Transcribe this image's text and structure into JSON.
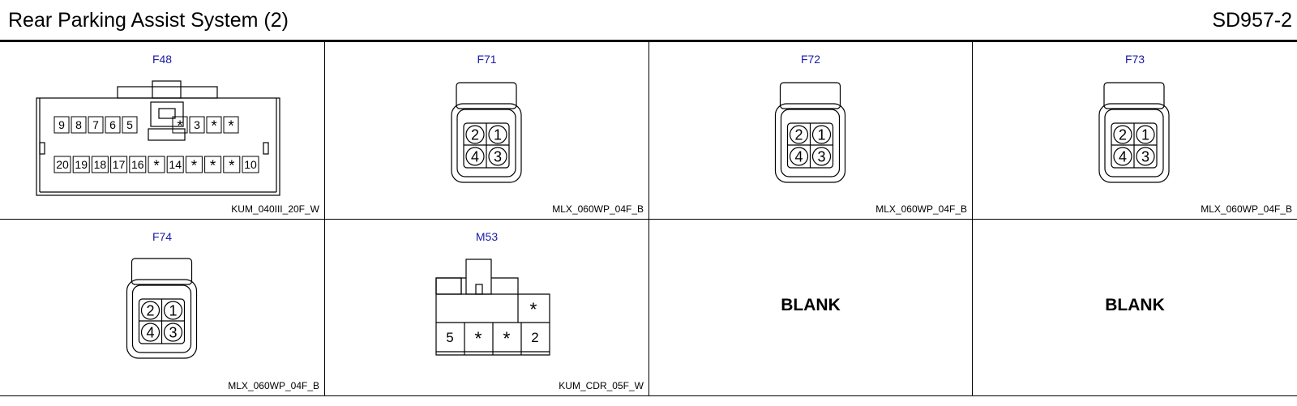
{
  "header": {
    "title": "Rear Parking Assist System (2)",
    "code": "SD957-2"
  },
  "connectors": [
    {
      "name": "F48",
      "type": "KUM_040III_20F_W",
      "top_row": [
        "9",
        "8",
        "7",
        "6",
        "5",
        "*",
        "3",
        "*",
        "*"
      ],
      "bottom_row": [
        "20",
        "19",
        "18",
        "17",
        "16",
        "*",
        "14",
        "*",
        "*",
        "*",
        "10"
      ]
    },
    {
      "name": "F71",
      "type": "MLX_060WP_04F_B",
      "pins": [
        "2",
        "1",
        "4",
        "3"
      ]
    },
    {
      "name": "F72",
      "type": "MLX_060WP_04F_B",
      "pins": [
        "2",
        "1",
        "4",
        "3"
      ]
    },
    {
      "name": "F73",
      "type": "MLX_060WP_04F_B",
      "pins": [
        "2",
        "1",
        "4",
        "3"
      ]
    },
    {
      "name": "F74",
      "type": "MLX_060WP_04F_B",
      "pins": [
        "2",
        "1",
        "4",
        "3"
      ]
    },
    {
      "name": "M53",
      "type": "KUM_CDR_05F_W",
      "top_row": [
        "*"
      ],
      "bottom_row": [
        "5",
        "*",
        "*",
        "2"
      ]
    }
  ],
  "blank_label": "BLANK"
}
